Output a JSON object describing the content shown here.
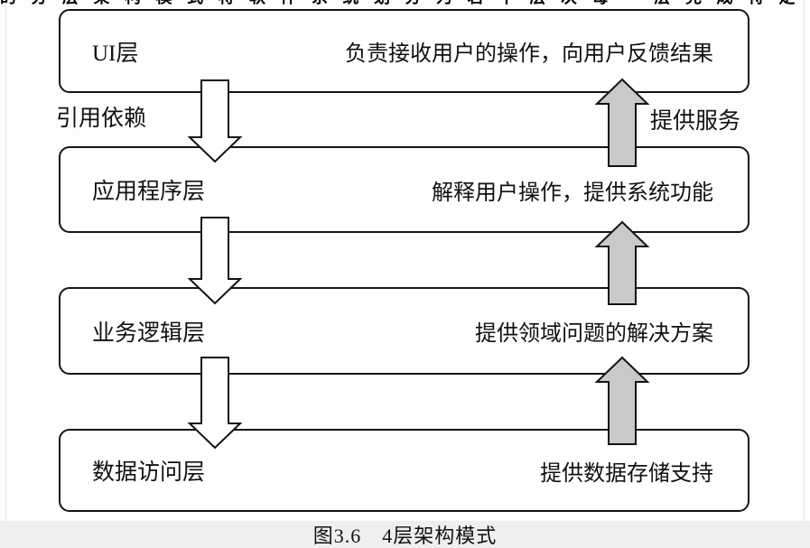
{
  "figure": {
    "caption": "图3.6　4层架构模式",
    "clipped_top_line": "的 分 层 架 构 模 式 将 软 件 系 统 划 分 为 若 干 层 次 每 一 层 完 成 特 定 的 职 责 并 为 上 层 提 供 服 务 下 面 介 绍"
  },
  "edge_labels": {
    "left_dependency": "引用依赖",
    "right_service": "提供服务"
  },
  "layers": [
    {
      "name": "UI层",
      "description": "负责接收用户的操作，向用户反馈结果"
    },
    {
      "name": "应用程序层",
      "description": "解释用户操作，提供系统功能"
    },
    {
      "name": "业务逻辑层",
      "description": "提供领域问题的解决方案"
    },
    {
      "name": "数据访问层",
      "description": "提供数据存储支持"
    }
  ],
  "colors": {
    "down_arrow_fill": "#ffffff",
    "up_arrow_fill": "#c9c9c9",
    "arrow_outline": "#141414",
    "box_border": "#141414",
    "box_fill": "#ffffff",
    "caption_band": "#efefef"
  }
}
